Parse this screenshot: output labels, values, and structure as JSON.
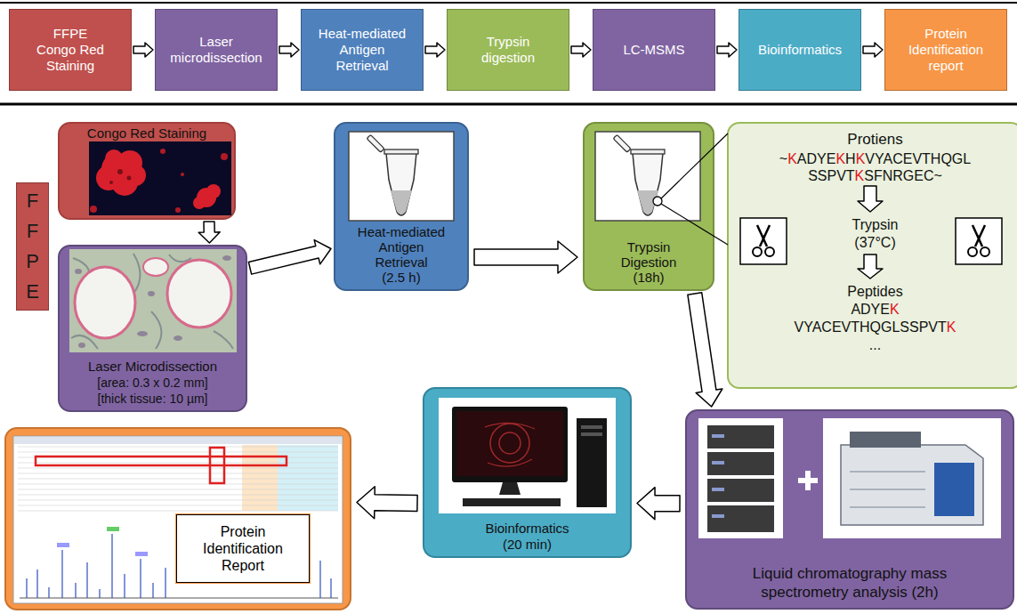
{
  "diagram": {
    "nodes": [
      {
        "text": [
          "FFPE Congo Red Staining"
        ]
      },
      {
        "text": [
          "Laser microdissection"
        ]
      },
      {
        "text": [
          "Heat-mediated Antigen Retrieval"
        ]
      },
      {
        "text": [
          "Trypsin digestion"
        ]
      },
      {
        "text": [
          "LC-MSMS"
        ]
      },
      {
        "text": [
          "Bioinformatics"
        ]
      },
      {
        "text": [
          "Protein Identification report"
        ]
      },
      {
        "text": [
          "FFPE"
        ]
      },
      {
        "text": [
          "Congo Red Staining"
        ]
      },
      {
        "text": [
          "Laser Microdissection",
          "[area: 0.3 x 0.2 mm]",
          "[thick tissue: 10 µm]"
        ]
      },
      {
        "text": [
          "Heat-mediated Antigen Retrieval",
          "(2.5 h)"
        ]
      },
      {
        "text": [
          "Trypsin Digestion",
          "(18h)"
        ]
      },
      {
        "text": [
          "Protiens",
          "~KADYEKHKVYACEVTHQGL SSPVTKSFNRGEC~",
          "Trypsin (37°C)",
          "Peptides",
          "ADYEK",
          "VYACEVTHQGLSSPVTK",
          "..."
        ]
      },
      {
        "text": [
          "Liquid chromatography mass spectrometry analysis (2h)"
        ]
      },
      {
        "text": [
          "Bioinformatics",
          "(20 min)"
        ]
      },
      {},
      {
        "text": [
          "Protein Identification Report"
        ],
        "in": 15
      }
    ],
    "edges": [
      {
        "from": 0,
        "to": 1,
        "arrow": "to"
      },
      {
        "from": 1,
        "to": 2,
        "arrow": "to"
      },
      {
        "from": 2,
        "to": 3,
        "arrow": "to"
      },
      {
        "from": 3,
        "to": 4,
        "arrow": "to"
      },
      {
        "from": 4,
        "to": 5,
        "arrow": "to"
      },
      {
        "from": 5,
        "to": 6,
        "arrow": "to"
      },
      {
        "from": 8,
        "to": 9,
        "arrow": "to"
      },
      {
        "from": 9,
        "to": 10,
        "arrow": "to"
      },
      {
        "from": 10,
        "to": 11,
        "arrow": "to"
      },
      {
        "from": 11,
        "to": 13,
        "arrow": "to"
      },
      {
        "from": 13,
        "to": 14,
        "arrow": "to"
      },
      {
        "from": 14,
        "to": 15,
        "arrow": "to"
      }
    ]
  }
}
